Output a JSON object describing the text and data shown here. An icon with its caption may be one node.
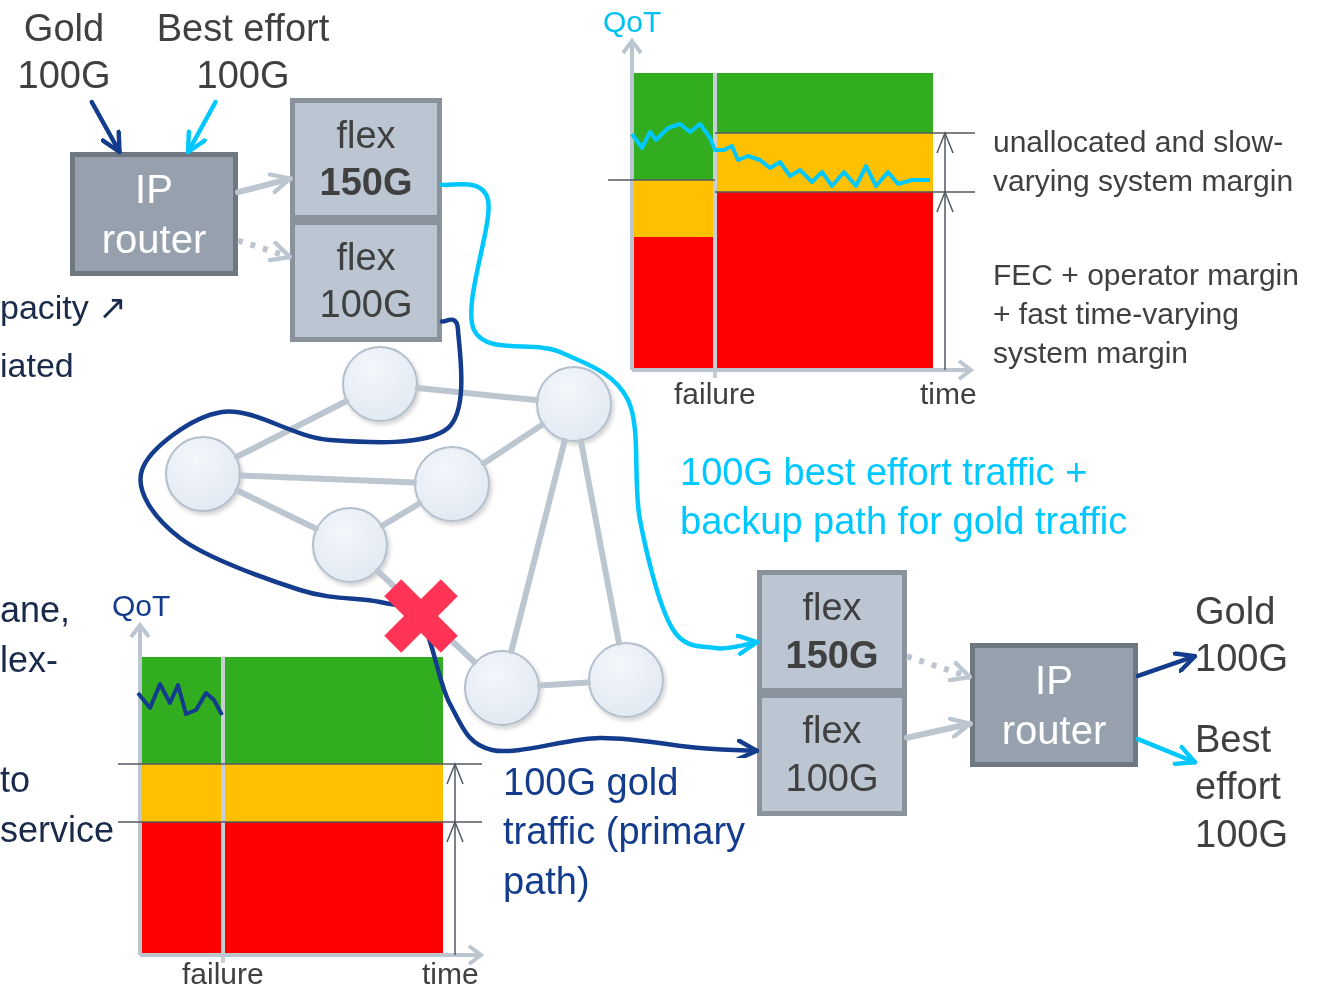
{
  "diagram": {
    "nodes": [
      {
        "text": [
          "Gold 100G"
        ]
      },
      {
        "text": [
          "Best effort 100G"
        ]
      },
      {
        "text": [
          "IP router"
        ]
      },
      {
        "text": [
          "flex **150G**"
        ]
      },
      {
        "text": [
          "flex 100G"
        ]
      },
      {
        "text": [],
        "shape": "circle"
      },
      {
        "text": [],
        "shape": "circle"
      },
      {
        "text": [],
        "shape": "circle"
      },
      {
        "text": [],
        "shape": "circle"
      },
      {
        "text": [],
        "shape": "circle"
      },
      {
        "text": [],
        "shape": "circle"
      },
      {
        "text": [],
        "shape": "circle"
      },
      {
        "text": [
          "flex **150G**"
        ]
      },
      {
        "text": [
          "flex 100G"
        ]
      },
      {
        "text": [
          "IP router"
        ]
      },
      {
        "text": [
          "Gold 100G"
        ]
      },
      {
        "text": [
          "Best effort 100G"
        ]
      }
    ],
    "edges": [
      {
        "from": 0,
        "to": 2,
        "arrow": "to",
        "color": "#143c8c"
      },
      {
        "from": 1,
        "to": 2,
        "arrow": "to",
        "color": "#00c8ff"
      },
      {
        "from": 2,
        "to": 3,
        "arrow": "to"
      },
      {
        "from": 2,
        "to": 4,
        "arrow": "to",
        "style": "dashed"
      },
      {
        "from": 5,
        "to": 7,
        "arrow": "none"
      },
      {
        "from": 5,
        "to": 6,
        "arrow": "none"
      },
      {
        "from": 7,
        "to": 8,
        "arrow": "none"
      },
      {
        "from": 7,
        "to": 9,
        "arrow": "none"
      },
      {
        "from": 9,
        "to": 8,
        "arrow": "none"
      },
      {
        "from": 8,
        "to": 6,
        "arrow": "none"
      },
      {
        "from": 9,
        "to": 10,
        "arrow": "none"
      },
      {
        "from": 6,
        "to": 10,
        "arrow": "none"
      },
      {
        "from": 6,
        "to": 11,
        "arrow": "none"
      },
      {
        "from": 10,
        "to": 11,
        "arrow": "none"
      },
      {
        "from": 3,
        "to": 12,
        "arrow": "to",
        "color": "#00c8ff",
        "label": "100G best effort traffic + backup path for gold traffic"
      },
      {
        "from": 4,
        "to": 13,
        "arrow": "to",
        "color": "#143c8c",
        "label": "100G gold traffic (primary path)"
      },
      {
        "from": 12,
        "to": 14,
        "arrow": "to",
        "style": "dashed"
      },
      {
        "from": 13,
        "to": 14,
        "arrow": "to"
      },
      {
        "from": 14,
        "to": 15,
        "arrow": "to",
        "color": "#143c8c"
      },
      {
        "from": 14,
        "to": 16,
        "arrow": "to",
        "color": "#00c8ff"
      }
    ],
    "labels": [
      "QoT",
      "unallocated and slow-varying system margin",
      "pacity ↗",
      "FEC + operator margin + fast time-varying system margin",
      "iated",
      "failure",
      "time",
      "ane,",
      "QoT",
      "lex-",
      "to",
      "service",
      "failure",
      "time"
    ]
  }
}
